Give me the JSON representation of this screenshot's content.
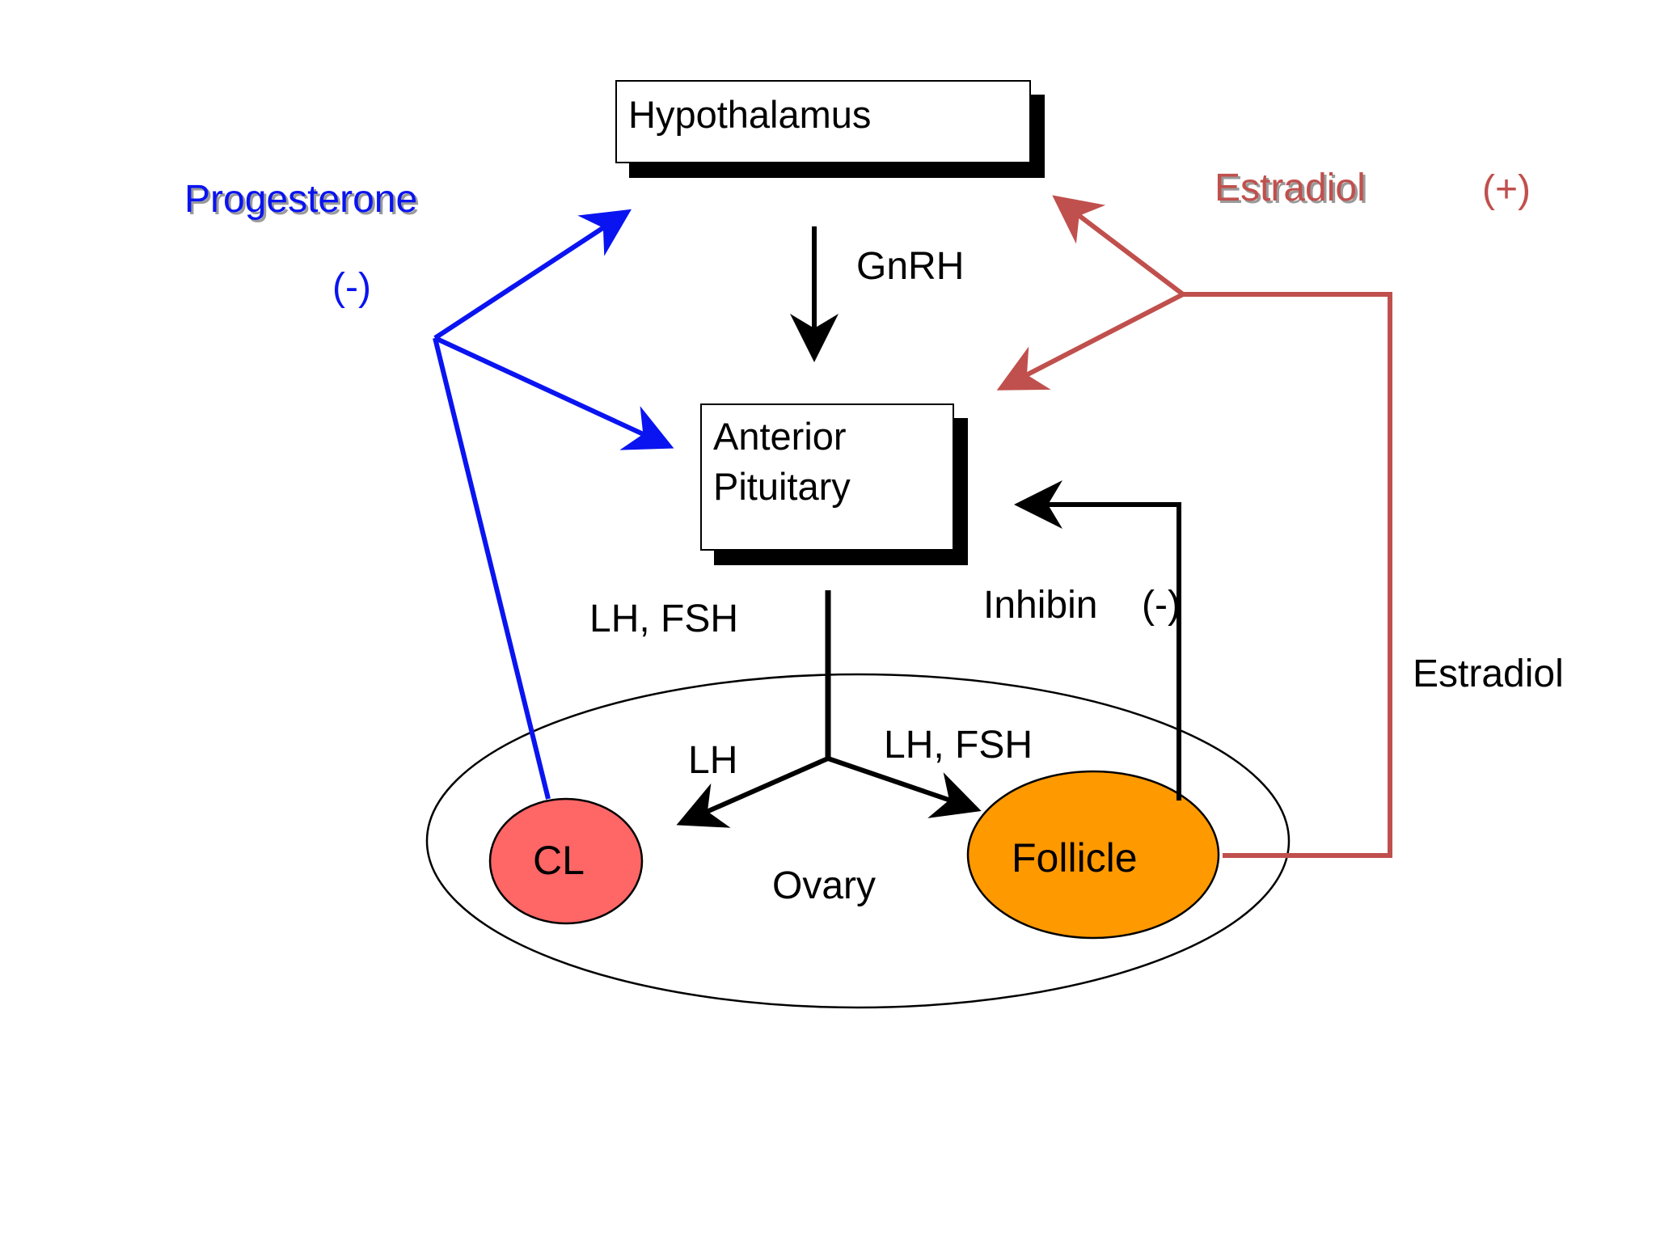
{
  "diagram": {
    "nodes": {
      "hypothalamus": {
        "label": "Hypothalamus"
      },
      "anterior_pituitary": {
        "line1": "Anterior",
        "line2": "Pituitary"
      },
      "ovary": {
        "label": "Ovary"
      },
      "cl": {
        "label": "CL",
        "fill": "#ff6666"
      },
      "follicle": {
        "label": "Follicle",
        "fill": "#ff9900"
      }
    },
    "edge_labels": {
      "gnrh": "GnRH",
      "lh_fsh_top": "LH, FSH",
      "lh": "LH",
      "lh_fsh_follicle": "LH, FSH",
      "inhibin": "Inhibin",
      "inhibin_sign": "(-)",
      "estradiol_side": "Estradiol"
    },
    "feedback": {
      "progesterone": {
        "label": "Progesterone",
        "sign": "(-)",
        "color": "#0a14f0"
      },
      "estradiol": {
        "label": "Estradiol",
        "sign": "(+)",
        "color": "#c0504d"
      }
    },
    "colors": {
      "black_arrows": "#000000"
    }
  }
}
